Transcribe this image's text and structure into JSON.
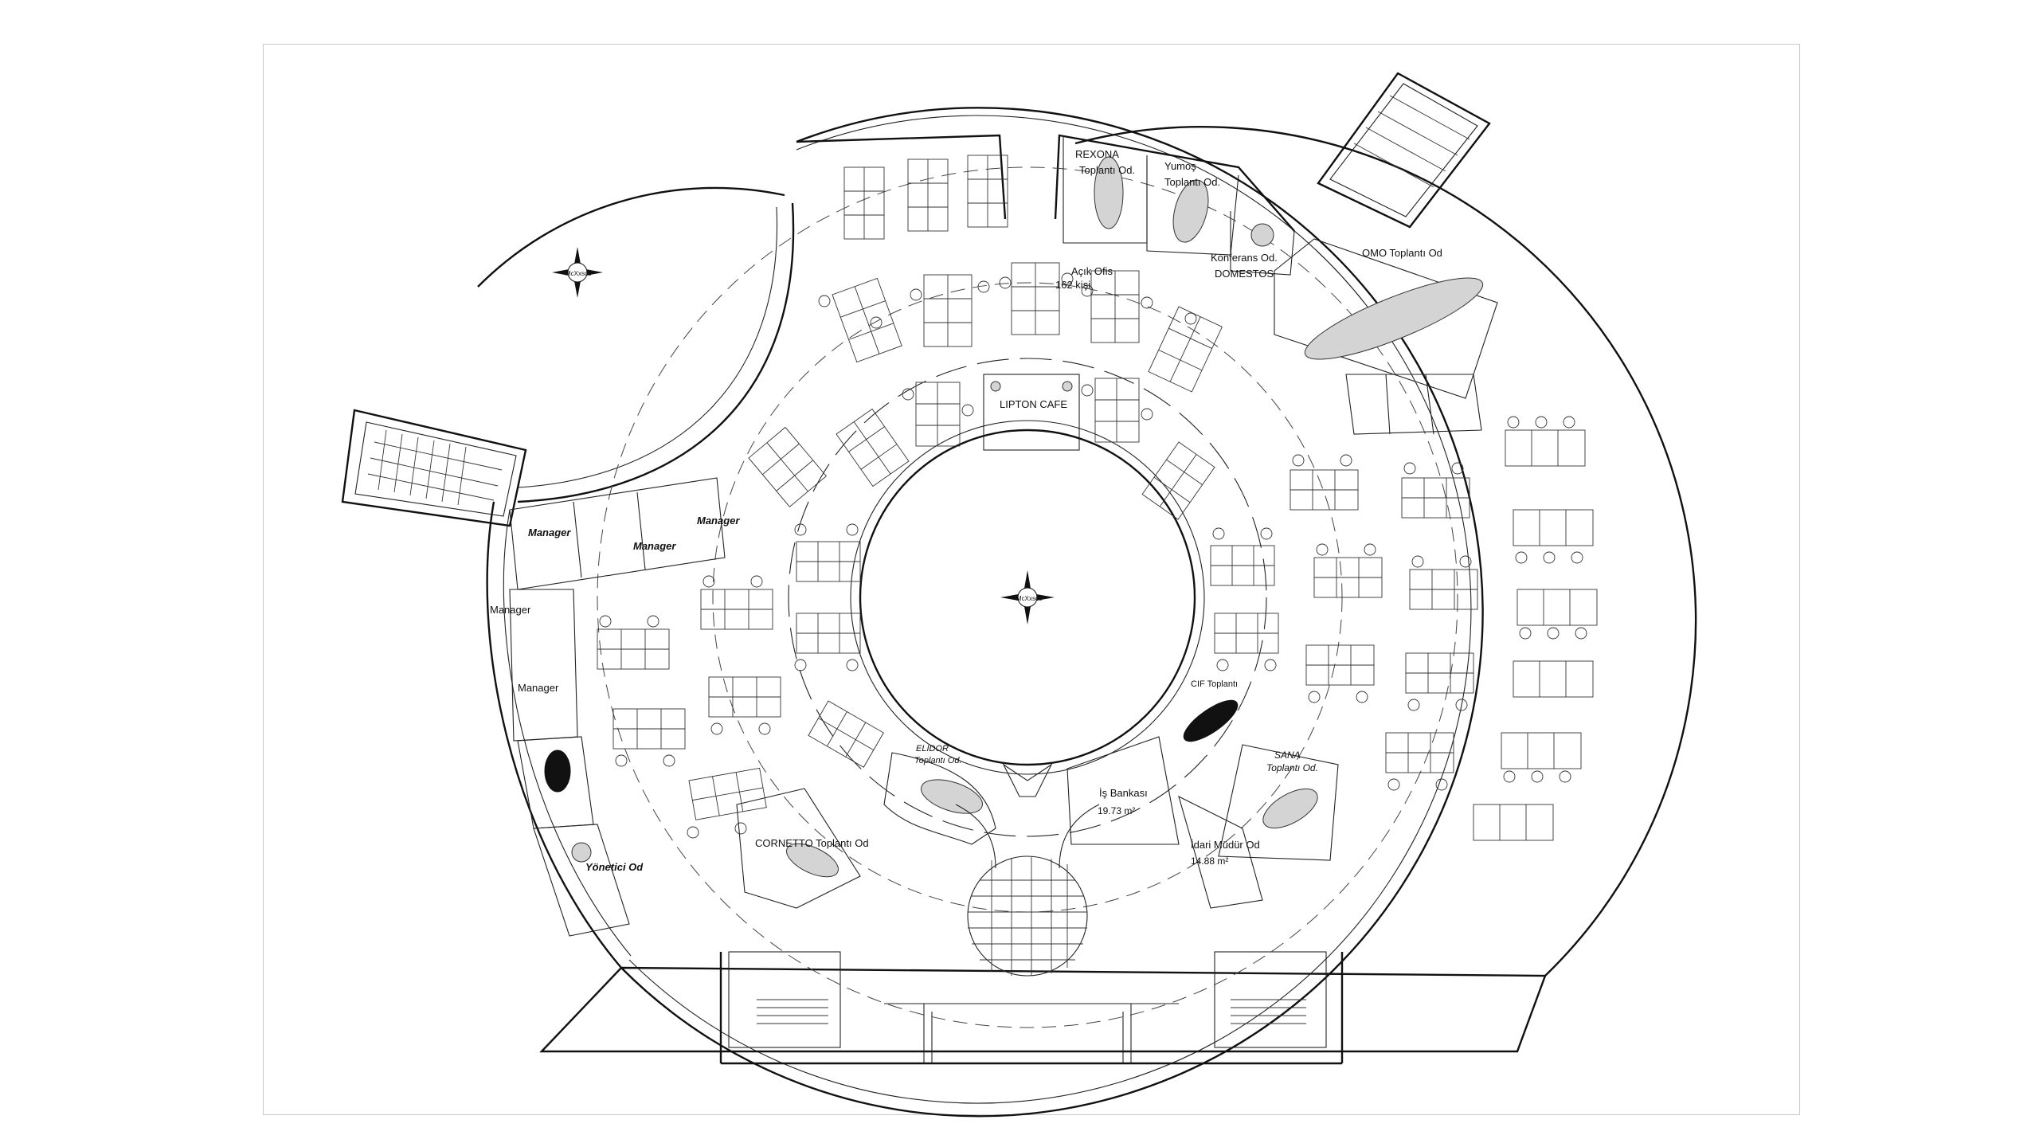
{
  "drawing": {
    "title": "Office floor plan"
  },
  "compass": {
    "label": "McXxsco"
  },
  "rooms": {
    "rexona": "REXONA",
    "rexona_sub": "Toplantı Od.",
    "yumos": "Yumoş",
    "yumos_sub": "Toplantı Od.",
    "konferans": "Konferans Od.",
    "domestos": "DOMESTOS",
    "omo": "OMO Toplantı Od",
    "acik_ofis": "Açık Ofis",
    "acik_ofis_count": "162 kişi",
    "lipton": "LIPTON CAFE",
    "cif": "CIF Toplantı",
    "sana": "SANA",
    "sana_sub": "Toplantı Od.",
    "elidor": "ELIDOR",
    "elidor_sub": "Toplantı Od.",
    "is_bankasi": "İş Bankası",
    "is_bankasi_area": "19.73 m²",
    "idari": "İdari Müdür Od",
    "idari_area": "14.88 m²",
    "cornetto": "CORNETTO Toplantı Od",
    "yonetici": "Yönetici Od",
    "manager": "Manager"
  }
}
